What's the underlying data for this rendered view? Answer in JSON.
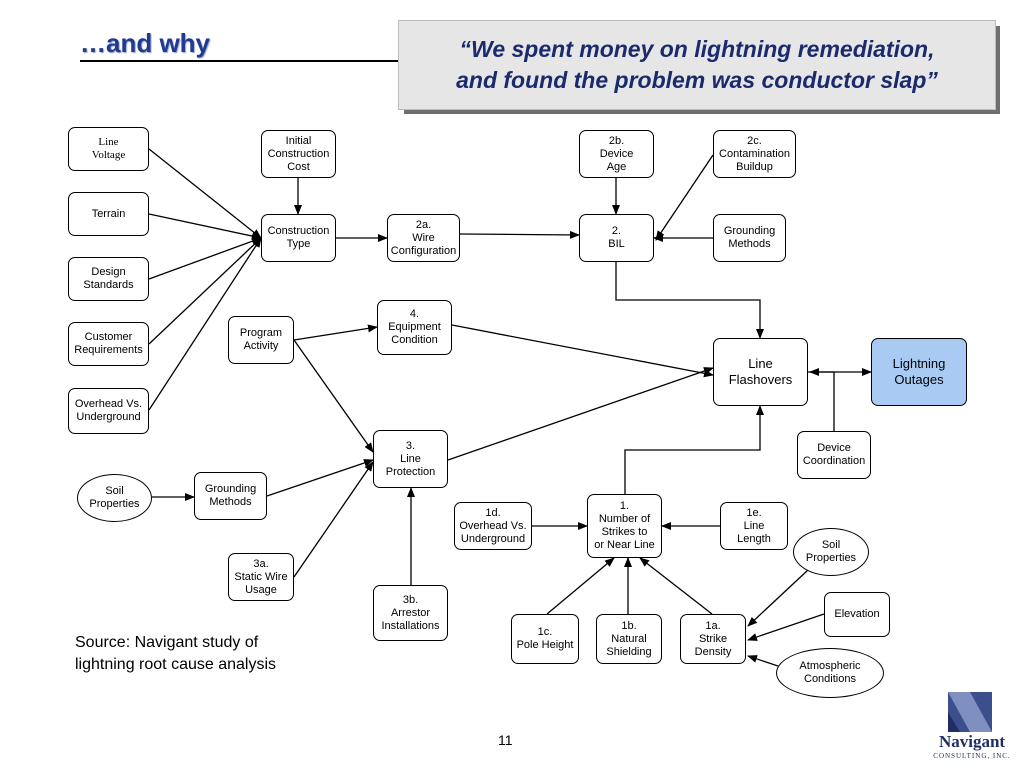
{
  "slide": {
    "title": "…and why",
    "quote_line1": "“We spent money on lightning remediation,",
    "quote_line2": "and found the problem was conductor slap”",
    "source_line1": "Source: Navigant study of",
    "source_line2": "lightning root cause analysis",
    "page_number": "11"
  },
  "logo": {
    "name": "Navigant",
    "tagline": "CONSULTING, INC.",
    "colors": [
      "#3b4f8c",
      "#7f8fc0",
      "#1f2f66"
    ]
  },
  "nodes": {
    "line_voltage": {
      "lines": [
        "Line",
        "Voltage"
      ]
    },
    "terrain": {
      "lines": [
        "Terrain"
      ]
    },
    "design_standards": {
      "lines": [
        "Design",
        "Standards"
      ]
    },
    "customer_req": {
      "lines": [
        "Customer",
        "Requirements"
      ]
    },
    "overhead_vs_ug": {
      "lines": [
        "Overhead Vs.",
        "Underground"
      ]
    },
    "initial_cost": {
      "lines": [
        "Initial",
        "Construction",
        "Cost"
      ]
    },
    "construction_type": {
      "lines": [
        "Construction",
        "Type"
      ]
    },
    "wire_config": {
      "lines": [
        "2a.",
        "Wire",
        "Configuration"
      ]
    },
    "device_age": {
      "lines": [
        "2b.",
        "Device",
        "Age"
      ]
    },
    "contamination": {
      "lines": [
        "2c.",
        "Contamination",
        "Buildup"
      ]
    },
    "bil": {
      "lines": [
        "2.",
        "BIL"
      ]
    },
    "grounding_top": {
      "lines": [
        "Grounding",
        "Methods"
      ]
    },
    "program_activity": {
      "lines": [
        "Program",
        "Activity"
      ]
    },
    "equipment_cond": {
      "lines": [
        "4.",
        "Equipment",
        "Condition"
      ]
    },
    "line_flashovers": {
      "lines": [
        "Line",
        "Flashovers"
      ]
    },
    "lightning_outages": {
      "lines": [
        "Lightning",
        "Outages"
      ]
    },
    "line_protection": {
      "lines": [
        "3.",
        "Line",
        "Protection"
      ]
    },
    "device_coord": {
      "lines": [
        "Device",
        "Coordination"
      ]
    },
    "soil_left": {
      "lines": [
        "Soil",
        "Properties"
      ]
    },
    "grounding_left": {
      "lines": [
        "Grounding",
        "Methods"
      ]
    },
    "static_wire": {
      "lines": [
        "3a.",
        "Static Wire",
        "Usage"
      ]
    },
    "arrestor": {
      "lines": [
        "3b.",
        "Arrestor",
        "Installations"
      ]
    },
    "overhead_1d": {
      "lines": [
        "1d.",
        "Overhead Vs.",
        "Underground"
      ]
    },
    "num_strikes": {
      "lines": [
        "1.",
        "Number of",
        "Strikes to",
        "or Near Line"
      ]
    },
    "line_length": {
      "lines": [
        "1e.",
        "Line",
        "Length"
      ]
    },
    "pole_height": {
      "lines": [
        "1c.",
        "Pole Height"
      ]
    },
    "natural_shield": {
      "lines": [
        "1b.",
        "Natural",
        "Shielding"
      ]
    },
    "strike_density": {
      "lines": [
        "1a.",
        "Strike",
        "Density"
      ]
    },
    "soil_right": {
      "lines": [
        "Soil",
        "Properties"
      ]
    },
    "elevation": {
      "lines": [
        "Elevation"
      ]
    },
    "atmospheric": {
      "lines": [
        "Atmospheric",
        "Conditions"
      ]
    }
  },
  "edges": [
    {
      "from": "line_voltage",
      "to": "construction_type"
    },
    {
      "from": "terrain",
      "to": "construction_type"
    },
    {
      "from": "design_standards",
      "to": "construction_type"
    },
    {
      "from": "customer_req",
      "to": "construction_type"
    },
    {
      "from": "overhead_vs_ug",
      "to": "construction_type"
    },
    {
      "from": "initial_cost",
      "to": "construction_type"
    },
    {
      "from": "construction_type",
      "to": "wire_config"
    },
    {
      "from": "wire_config",
      "to": "bil"
    },
    {
      "from": "device_age",
      "to": "bil"
    },
    {
      "from": "contamination",
      "to": "bil"
    },
    {
      "from": "grounding_top",
      "to": "bil"
    },
    {
      "from": "bil",
      "to": "line_flashovers"
    },
    {
      "from": "equipment_cond",
      "to": "line_flashovers"
    },
    {
      "from": "program_activity",
      "to": "equipment_cond"
    },
    {
      "from": "program_activity",
      "to": "line_protection"
    },
    {
      "from": "line_protection",
      "to": "line_flashovers"
    },
    {
      "from": "line_flashovers",
      "to": "lightning_outages"
    },
    {
      "from": "device_coord",
      "to": "line_flashovers"
    },
    {
      "from": "soil_left",
      "to": "grounding_left"
    },
    {
      "from": "grounding_left",
      "to": "line_protection"
    },
    {
      "from": "static_wire",
      "to": "line_protection"
    },
    {
      "from": "arrestor",
      "to": "line_protection"
    },
    {
      "from": "num_strikes",
      "to": "line_flashovers"
    },
    {
      "from": "overhead_1d",
      "to": "num_strikes"
    },
    {
      "from": "line_length",
      "to": "num_strikes"
    },
    {
      "from": "pole_height",
      "to": "num_strikes"
    },
    {
      "from": "natural_shield",
      "to": "num_strikes"
    },
    {
      "from": "strike_density",
      "to": "num_strikes"
    },
    {
      "from": "soil_right",
      "to": "strike_density"
    },
    {
      "from": "elevation",
      "to": "strike_density"
    },
    {
      "from": "atmospheric",
      "to": "strike_density"
    }
  ]
}
